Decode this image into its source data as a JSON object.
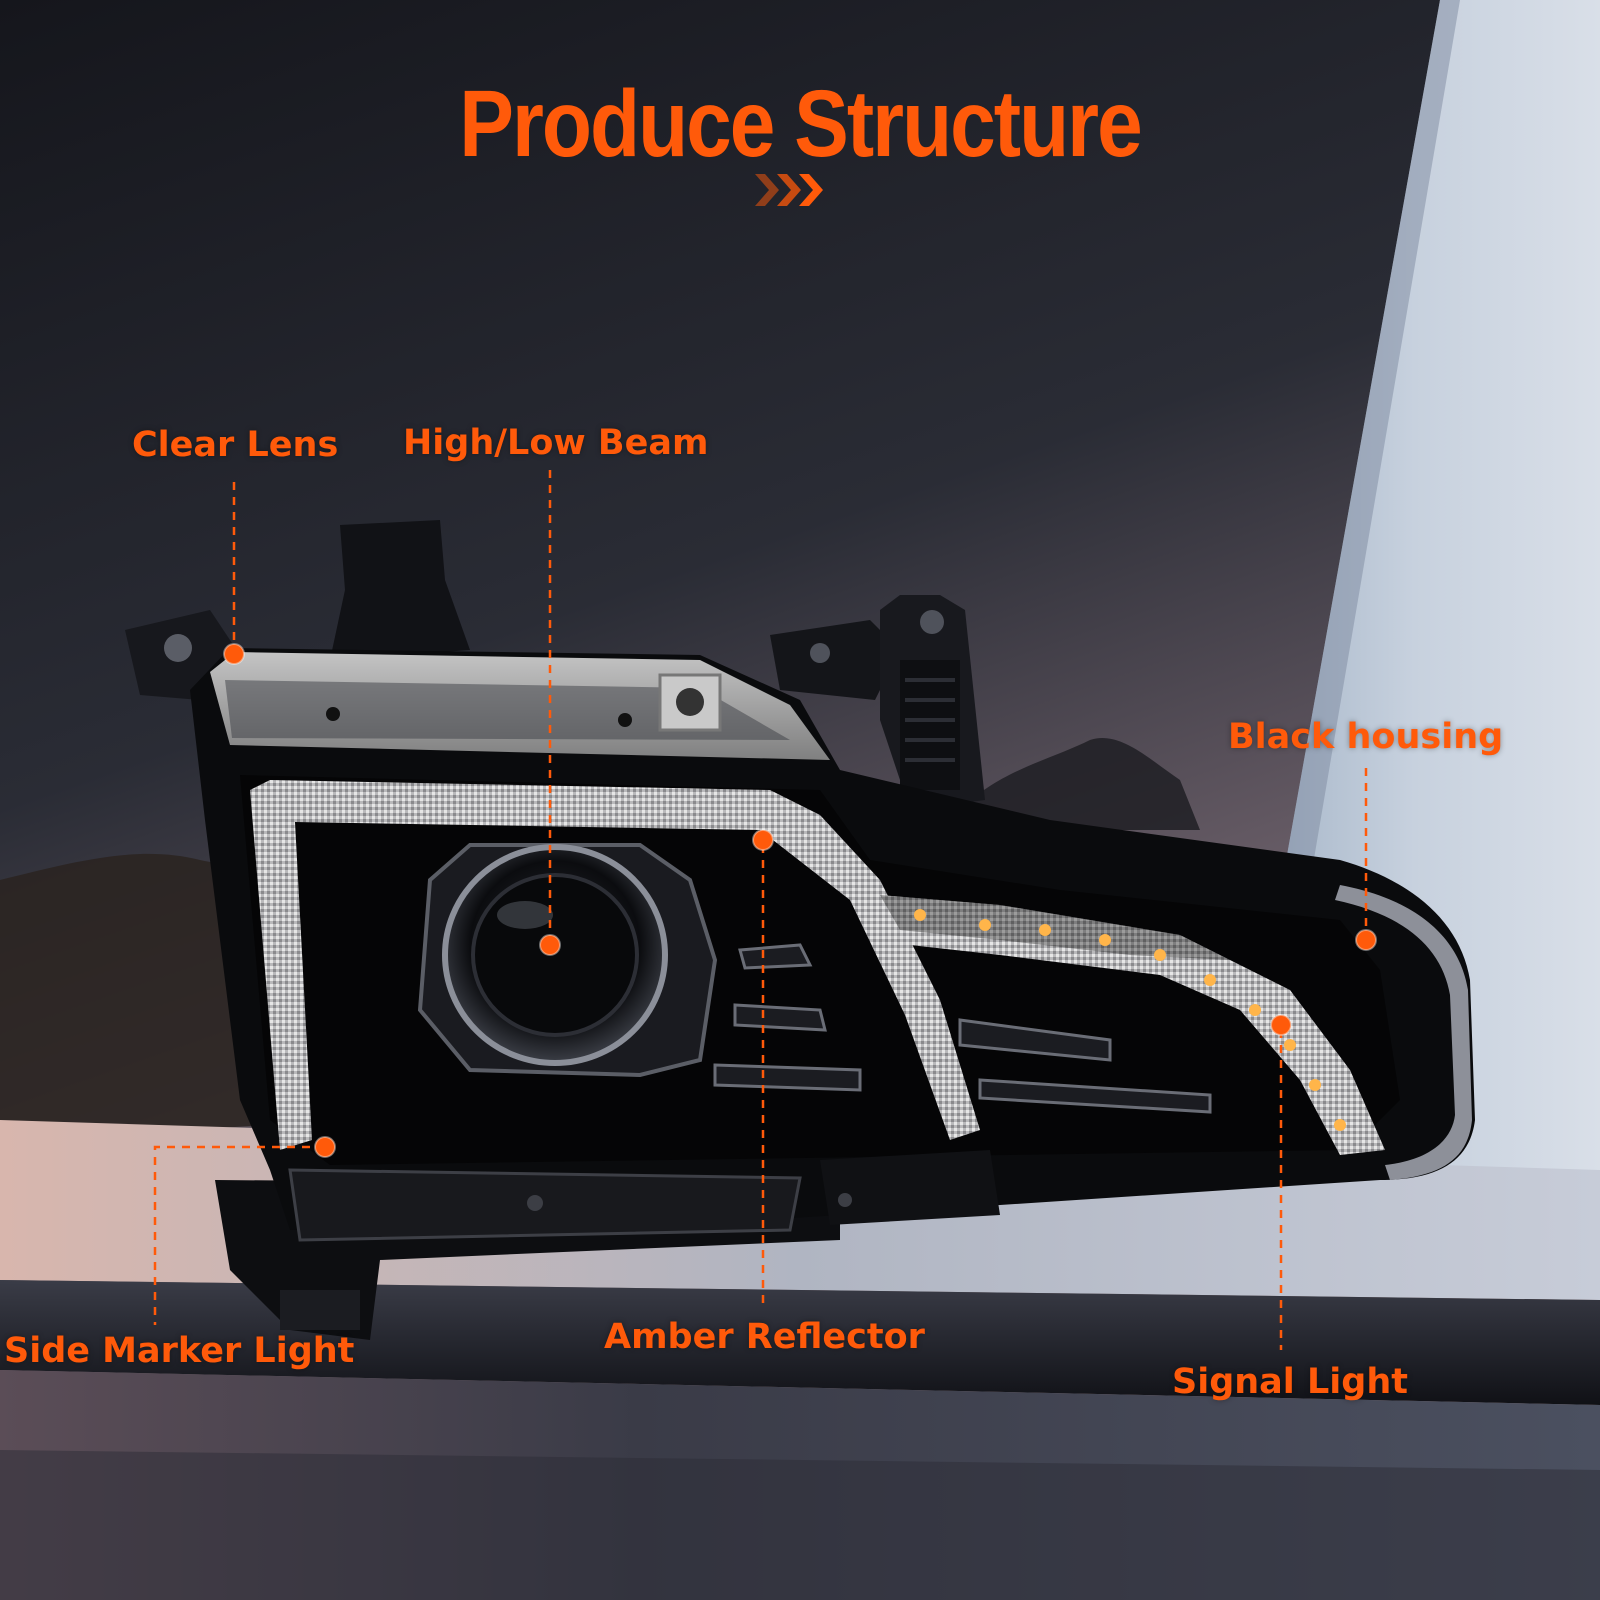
{
  "headline": "Produce Structure",
  "accent_color": "#ff5a0a",
  "chevron_icon": "triple-chevron-right-icon",
  "product_icon": "headlight-assembly-icon",
  "callouts": [
    {
      "id": "clear-lens",
      "label": "Clear Lens"
    },
    {
      "id": "high-low-beam",
      "label": "High/Low Beam"
    },
    {
      "id": "black-housing",
      "label": "Black housing"
    },
    {
      "id": "side-marker-light",
      "label": "Side Marker Light"
    },
    {
      "id": "amber-reflector",
      "label": "Amber Reflector"
    },
    {
      "id": "signal-light",
      "label": "Signal Light"
    }
  ]
}
